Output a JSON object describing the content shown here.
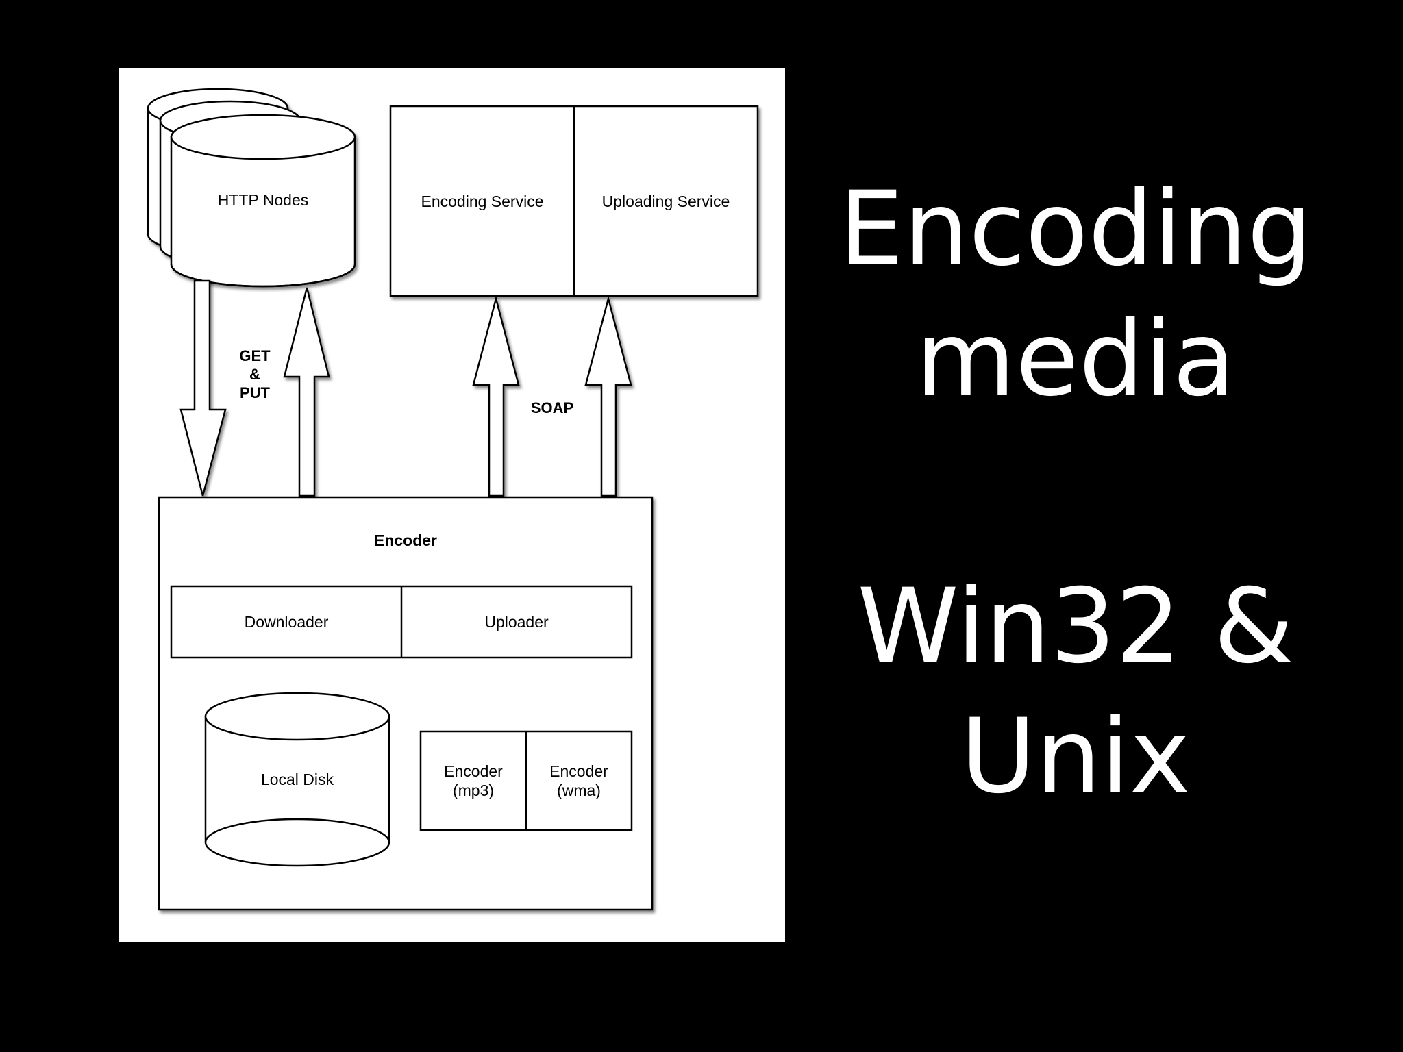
{
  "slide": {
    "title_lines_1": [
      "Encoding",
      "media"
    ],
    "title_lines_2": [
      "Win32 &",
      "Unix"
    ]
  },
  "diagram": {
    "http_nodes": "HTTP Nodes",
    "encoding_service": "Encoding Service",
    "uploading_service": "Uploading Service",
    "get_put": [
      "GET",
      "&",
      "PUT"
    ],
    "soap": "SOAP",
    "encoder": "Encoder",
    "downloader": "Downloader",
    "uploader": "Uploader",
    "local_disk": "Local Disk",
    "encoder_mp3": [
      "Encoder",
      "(mp3)"
    ],
    "encoder_wma": [
      "Encoder",
      "(wma)"
    ]
  },
  "colors": {
    "background": "#000000",
    "panel": "#ffffff",
    "ink": "#000000"
  }
}
